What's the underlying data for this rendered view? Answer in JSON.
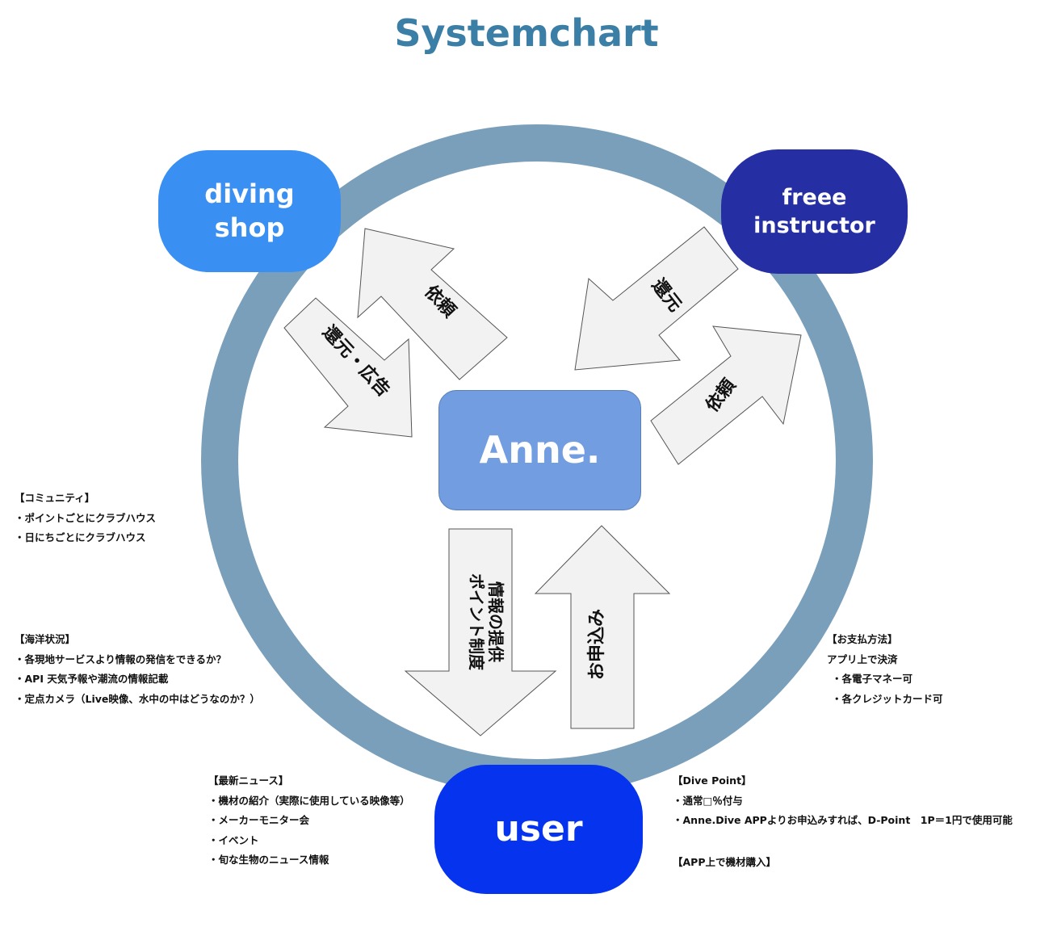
{
  "title": "Systemchart",
  "nodes": {
    "diving_shop": "diving\nshop",
    "freee_instructor": "freee\ninstructor",
    "anne": "Anne.",
    "user": "user"
  },
  "arrows": {
    "shop_request": "依頼",
    "shop_return_ad": "還元・広告",
    "instructor_return": "還元",
    "instructor_request": "依頼",
    "info_provision_line1": "情報の提供",
    "info_provision_line2": "ポイント制度",
    "user_apply": "お申込み"
  },
  "notes": {
    "community": {
      "heading": "【コミュニティ】",
      "items": [
        "・ポイントごとにクラブハウス",
        "・日にちごとにクラブハウス"
      ]
    },
    "ocean": {
      "heading": "【海洋状況】",
      "items": [
        "・各現地サービスより情報の発信をできるか？",
        "・API 天気予報や潮流の情報記載",
        "・定点カメラ（Live映像、水中の中はどうなのか？）"
      ]
    },
    "news": {
      "heading": "【最新ニュース】",
      "items": [
        "・機材の紹介（実際に使用している映像等）",
        "・メーカーモニター会",
        "・イベント",
        "・旬な生物のニュース情報"
      ]
    },
    "payment": {
      "heading": "【お支払方法】",
      "items": [
        "アプリ上で決済",
        "・各電子マネー可",
        "・各クレジットカード可"
      ]
    },
    "dive_point": {
      "heading": "【Dive Point】",
      "items": [
        "・通常□％付与",
        "・Anne.Dive APPよりお申込みすれば、D-Point　1P＝1円で使用可能"
      ]
    },
    "app_purchase": "【APP上で機材購入】"
  },
  "colors": {
    "title": "#3b7ea6",
    "ring": "#7a9fbb",
    "diving_shop": "#3a8ff2",
    "freee_instructor": "#262ea3",
    "anne": "#729de0",
    "user": "#0533ee",
    "arrow_fill": "#f2f2f2",
    "arrow_stroke": "#555555"
  }
}
